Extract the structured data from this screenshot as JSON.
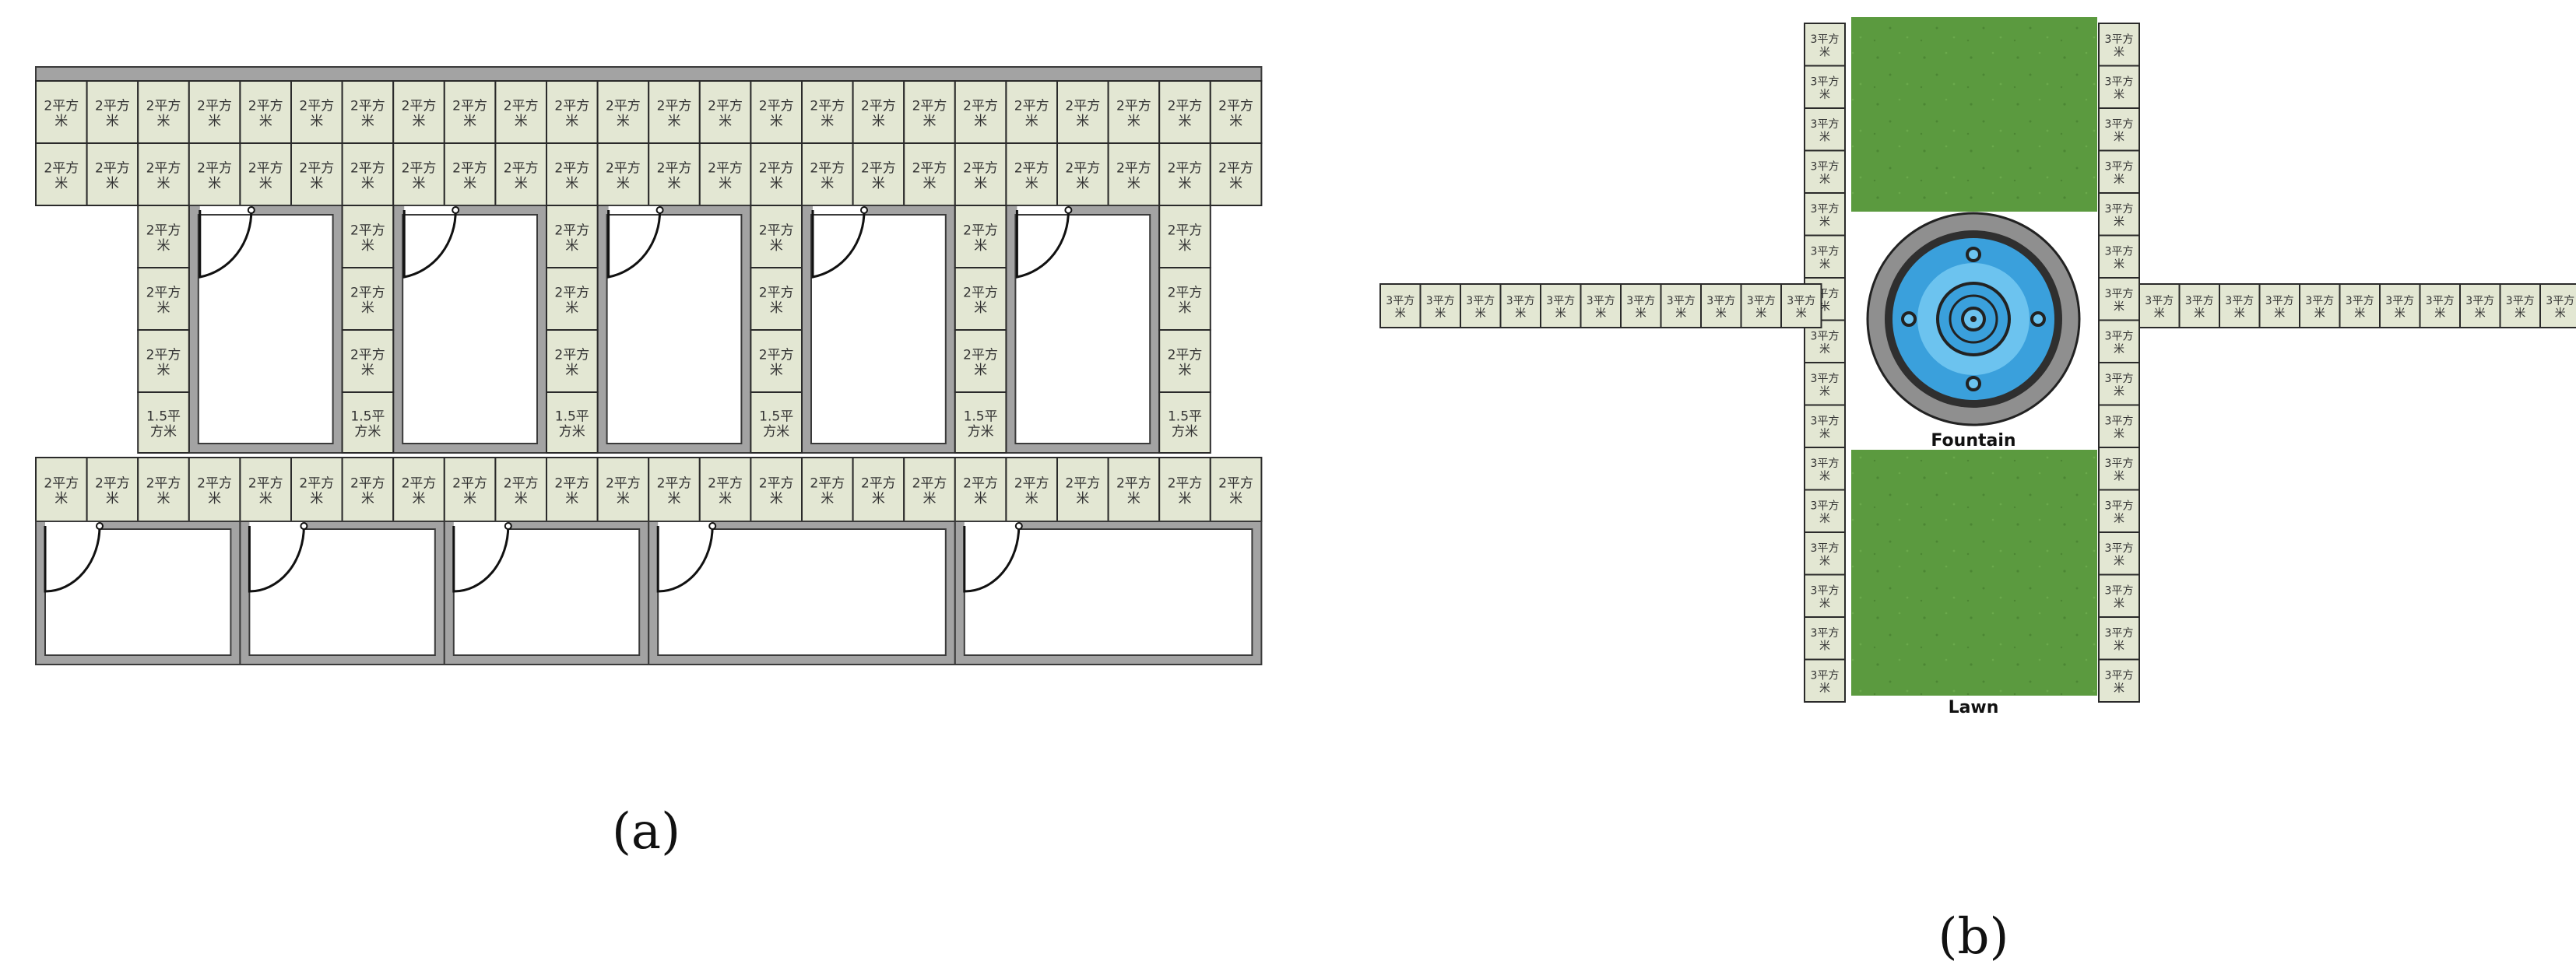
{
  "panel_a": {
    "caption": "(a)",
    "tile_2": "2平方米",
    "tile_1_5": "1.5平方米",
    "top_rows": 2,
    "top_cols": 24,
    "mid_rows": 3,
    "mid_columns": [
      2,
      6,
      10,
      14,
      18,
      22
    ],
    "lower_row_cols": 24,
    "upper_rooms": 5,
    "lower_room_spans": [
      4,
      4,
      4,
      6,
      6
    ]
  },
  "panel_b": {
    "caption": "(b)",
    "tile": "3平方米",
    "fountain_label": "Fountain",
    "lawn_label": "Lawn",
    "vertical_tiles": 16,
    "arm_tiles": 11,
    "colors": {
      "lawn": "#5b9a3f",
      "fountain_water": "#3aa0dc",
      "fountain_light": "#6cc3ef",
      "fountain_ring": "#8f8f8f",
      "fountain_dark": "#2f2f2f",
      "tile": "#e3e7d3"
    }
  }
}
